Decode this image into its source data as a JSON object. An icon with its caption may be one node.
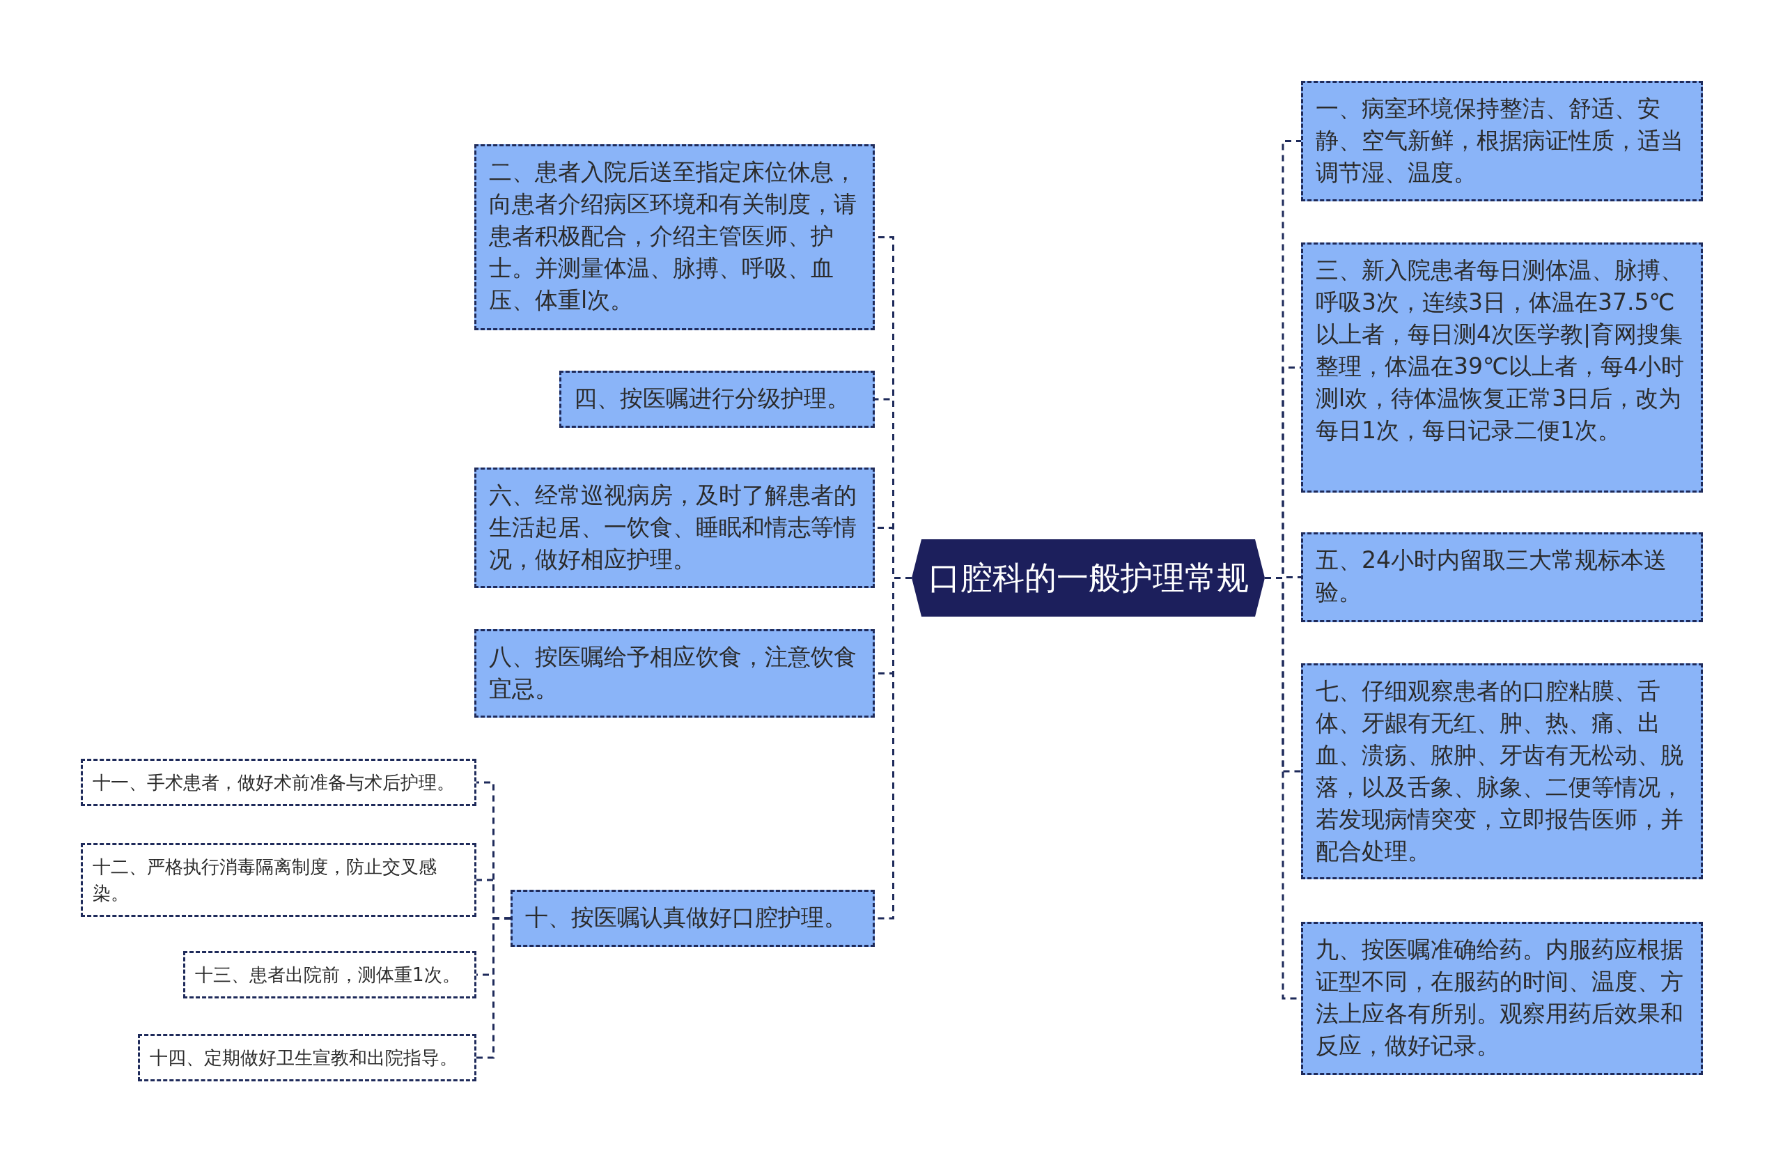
{
  "diagram": {
    "nodes": [
      {
        "text": [
          "口腔科的一般护理常规"
        ]
      },
      {
        "text": [
          "一、病室环境保持整洁、舒适、安静、空气新鲜，根据病证性质，适当调节湿、温度。"
        ]
      },
      {
        "text": [
          "二、患者入院后送至指定床位休息，向患者介绍病区环境和有关制度，请患者积极配合，介绍主管医师、护士。并测量体温、脉搏、呼吸、血压、体重l次。"
        ]
      },
      {
        "text": [
          "三、新入院患者每日测体温、脉搏、呼吸3次，连续3日，体温在37.5℃以上者，每日测4次医学教|育网搜集整理，体温在39℃以上者，每4小时测l欢，待体温恢复正常3日后，改为每日1次，每日记录二便1次。"
        ]
      },
      {
        "text": [
          "四、按医嘱进行分级护理。"
        ]
      },
      {
        "text": [
          "五、24小时内留取三大常规标本送验。"
        ]
      },
      {
        "text": [
          "六、经常巡视病房，及时了解患者的生活起居、一饮食、睡眠和情志等情况，做好相应护理。"
        ]
      },
      {
        "text": [
          "七、仔细观察患者的口腔粘膜、舌体、牙龈有无红、肿、热、痛、出血、溃疡、脓肿、牙齿有无松动、脱落，以及舌象、脉象、二便等情况，若发现病情突变，立即报告医师，并配合处理。"
        ]
      },
      {
        "text": [
          "八、按医嘱给予相应饮食，注意饮食宜忌。"
        ]
      },
      {
        "text": [
          "九、按医嘱准确给药。内服药应根据证型不同，在服药的时间、温度、方法上应各有所别。观察用药后效果和反应，做好记录。"
        ]
      },
      {
        "text": [
          "十、按医嘱认真做好口腔护理。"
        ]
      },
      {
        "text": [
          "十一、手术患者，做好术前准备与术后护理。"
        ]
      },
      {
        "text": [
          "十二、严格执行消毒隔离制度，防止交叉感染。"
        ]
      },
      {
        "text": [
          "十三、患者出院前，测体重1次。"
        ]
      },
      {
        "text": [
          "十四、定期做好卫生宣教和出院指导。"
        ]
      }
    ],
    "edges": [
      {
        "from": 0,
        "to": 1,
        "arrow": "none"
      },
      {
        "from": 0,
        "to": 2,
        "arrow": "none"
      },
      {
        "from": 0,
        "to": 3,
        "arrow": "none"
      },
      {
        "from": 0,
        "to": 4,
        "arrow": "none"
      },
      {
        "from": 0,
        "to": 5,
        "arrow": "none"
      },
      {
        "from": 0,
        "to": 6,
        "arrow": "none"
      },
      {
        "from": 0,
        "to": 7,
        "arrow": "none"
      },
      {
        "from": 0,
        "to": 8,
        "arrow": "none"
      },
      {
        "from": 0,
        "to": 9,
        "arrow": "none"
      },
      {
        "from": 0,
        "to": 10,
        "arrow": "none"
      },
      {
        "from": 10,
        "to": 11,
        "arrow": "none"
      },
      {
        "from": 10,
        "to": 12,
        "arrow": "none"
      },
      {
        "from": 10,
        "to": 13,
        "arrow": "none"
      },
      {
        "from": 10,
        "to": 14,
        "arrow": "none"
      }
    ]
  }
}
